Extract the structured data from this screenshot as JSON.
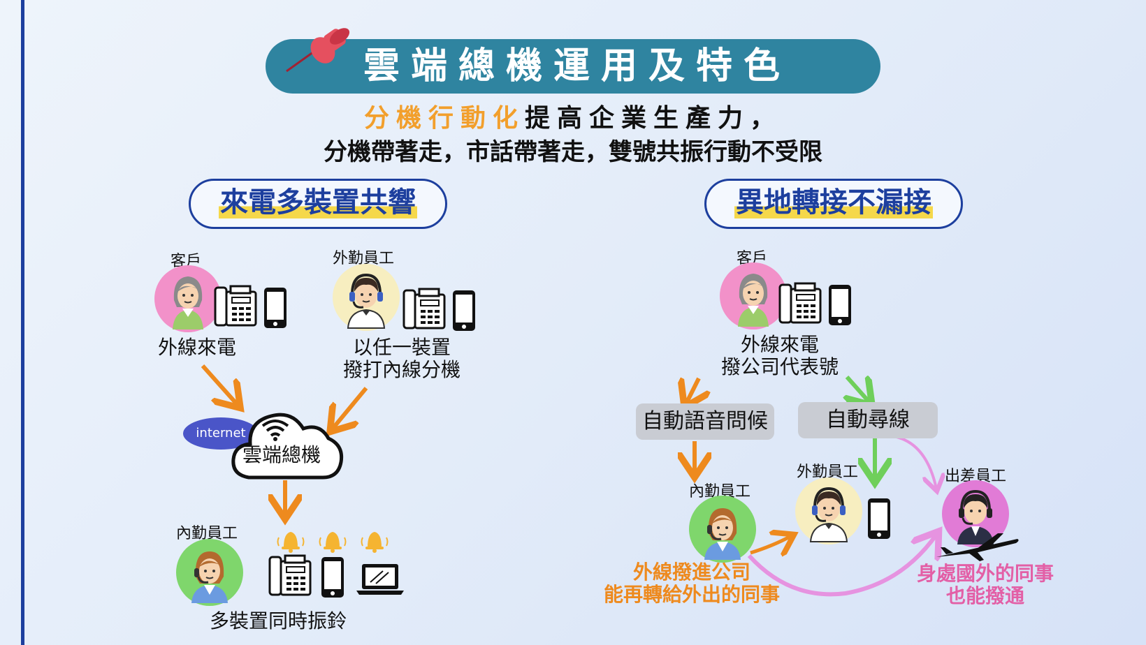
{
  "title": "雲端總機運用及特色",
  "subtitle": {
    "highlight": "分機行動化",
    "rest": "提高企業生產力，",
    "line2": "分機帶著走，市話帶著走，雙號共振行動不受限"
  },
  "left": {
    "heading": "來電多裝置共響",
    "customer_label": "客戶",
    "customer_action": "外線來電",
    "field_label": "外勤員工",
    "field_action_1": "以任一裝置",
    "field_action_2": "撥打內線分機",
    "internet": "internet",
    "cloud": "雲端總機",
    "office_label": "內勤員工",
    "ring_label": "多裝置同時振鈴"
  },
  "right": {
    "heading": "異地轉接不漏接",
    "customer_label": "客戶",
    "customer_action_1": "外線來電",
    "customer_action_2": "撥公司代表號",
    "box_greeting": "自動語音問候",
    "box_hunt": "自動尋線",
    "office_label": "內勤員工",
    "field_label": "外勤員工",
    "trip_label": "出差員工",
    "orange_note_1": "外線撥進公司",
    "orange_note_2": "能再轉給外出的同事",
    "pink_note_1": "身處國外的同事",
    "pink_note_2": "也能撥通"
  },
  "colors": {
    "accent_blue": "#1d3f9e",
    "title_bg": "#2f84a0",
    "orange": "#ee8a1e",
    "green": "#6fcf5b",
    "pink": "#e35fa6",
    "highlight_yellow": "#f5d84a"
  },
  "icons": [
    "pushpin-icon",
    "customer-avatar-icon",
    "headset-avatar-icon",
    "desk-phone-icon",
    "mobile-phone-icon",
    "laptop-icon",
    "bell-icon",
    "cloud-icon",
    "wifi-icon",
    "airplane-icon",
    "arrow-icon"
  ]
}
